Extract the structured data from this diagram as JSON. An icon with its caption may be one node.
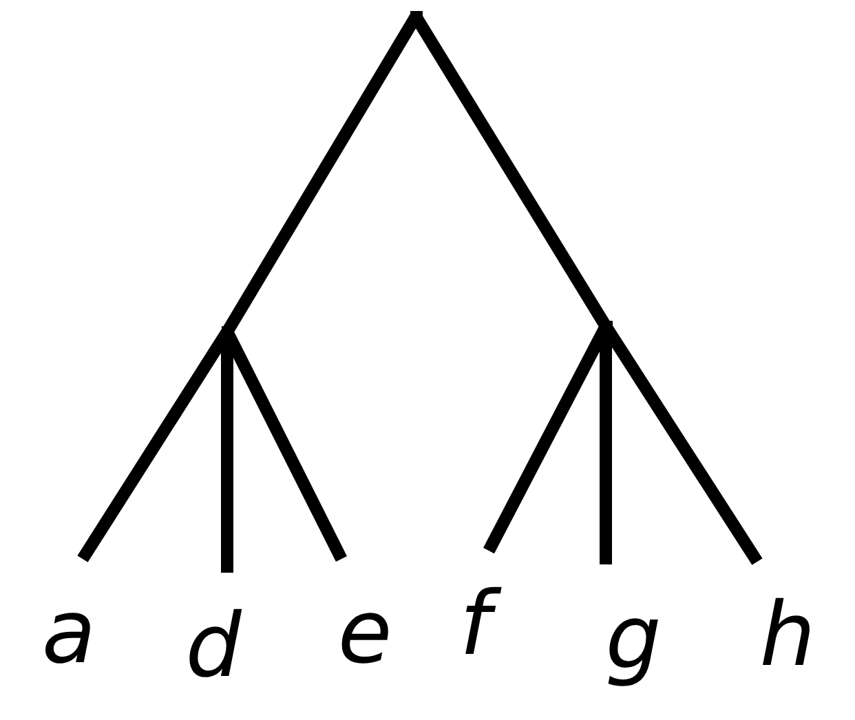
{
  "diagram": {
    "nodes": [
      {
        "text": [],
        "shape": "point"
      },
      {
        "text": [],
        "shape": "point"
      },
      {
        "text": [],
        "shape": "point"
      },
      {
        "text": [
          "a"
        ]
      },
      {
        "text": [
          "d"
        ]
      },
      {
        "text": [
          "e"
        ]
      },
      {
        "text": [
          "f"
        ]
      },
      {
        "text": [
          "g"
        ]
      },
      {
        "text": [
          "h"
        ]
      }
    ],
    "edges": [
      {
        "from": 0,
        "to": 1,
        "arrow": "none"
      },
      {
        "from": 0,
        "to": 2,
        "arrow": "none"
      },
      {
        "from": 1,
        "to": 3,
        "arrow": "none"
      },
      {
        "from": 1,
        "to": 4,
        "arrow": "none"
      },
      {
        "from": 1,
        "to": 5,
        "arrow": "none"
      },
      {
        "from": 2,
        "to": 6,
        "arrow": "none"
      },
      {
        "from": 2,
        "to": 7,
        "arrow": "none"
      },
      {
        "from": 2,
        "to": 8,
        "arrow": "none"
      }
    ]
  }
}
